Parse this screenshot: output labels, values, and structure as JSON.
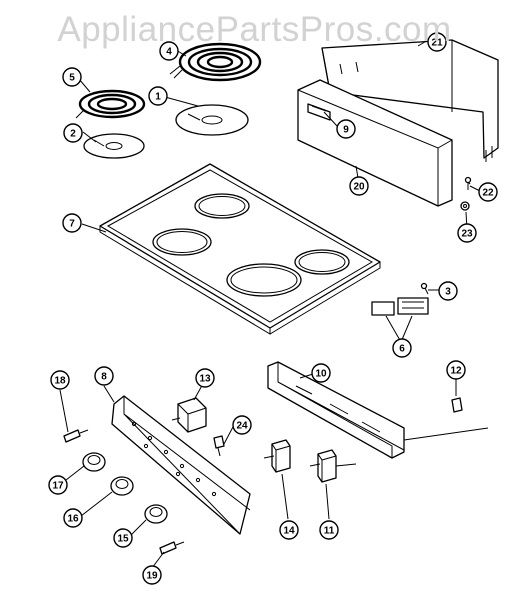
{
  "watermark": "AppliancePartsPros.com",
  "callouts": [
    {
      "label": "1"
    },
    {
      "label": "2"
    },
    {
      "label": "3"
    },
    {
      "label": "4"
    },
    {
      "label": "5"
    },
    {
      "label": "6"
    },
    {
      "label": "7"
    },
    {
      "label": "8"
    },
    {
      "label": "9"
    },
    {
      "label": "10"
    },
    {
      "label": "11"
    },
    {
      "label": "12"
    },
    {
      "label": "13"
    },
    {
      "label": "14"
    },
    {
      "label": "15"
    },
    {
      "label": "16"
    },
    {
      "label": "17"
    },
    {
      "label": "18"
    },
    {
      "label": "19"
    },
    {
      "label": "20"
    },
    {
      "label": "21"
    },
    {
      "label": "22"
    },
    {
      "label": "23"
    },
    {
      "label": "24"
    }
  ]
}
